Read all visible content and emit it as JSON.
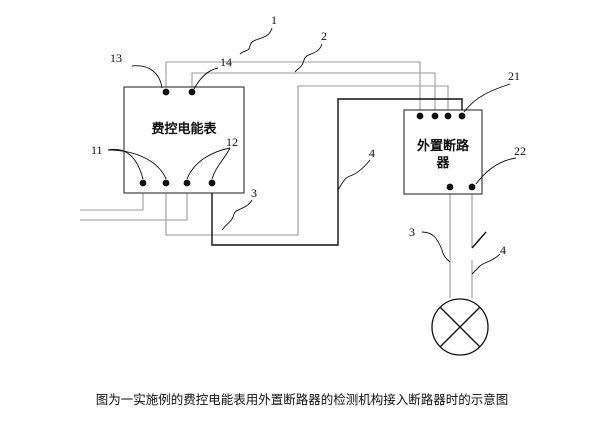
{
  "boxes": {
    "meter": {
      "label": "费控电能表"
    },
    "breaker": {
      "label_line1": "外置断路",
      "label_line2": "器"
    }
  },
  "refs": {
    "r1": "1",
    "r2": "2",
    "r3a": "3",
    "r3b": "3",
    "r4a": "4",
    "r4b": "4",
    "r11": "11",
    "r12": "12",
    "r13": "13",
    "r14": "14",
    "r21": "21",
    "r22": "22"
  },
  "caption": "图为一实施例的费控电能表用外置断路器的检测机构接入断路器时的示意图"
}
